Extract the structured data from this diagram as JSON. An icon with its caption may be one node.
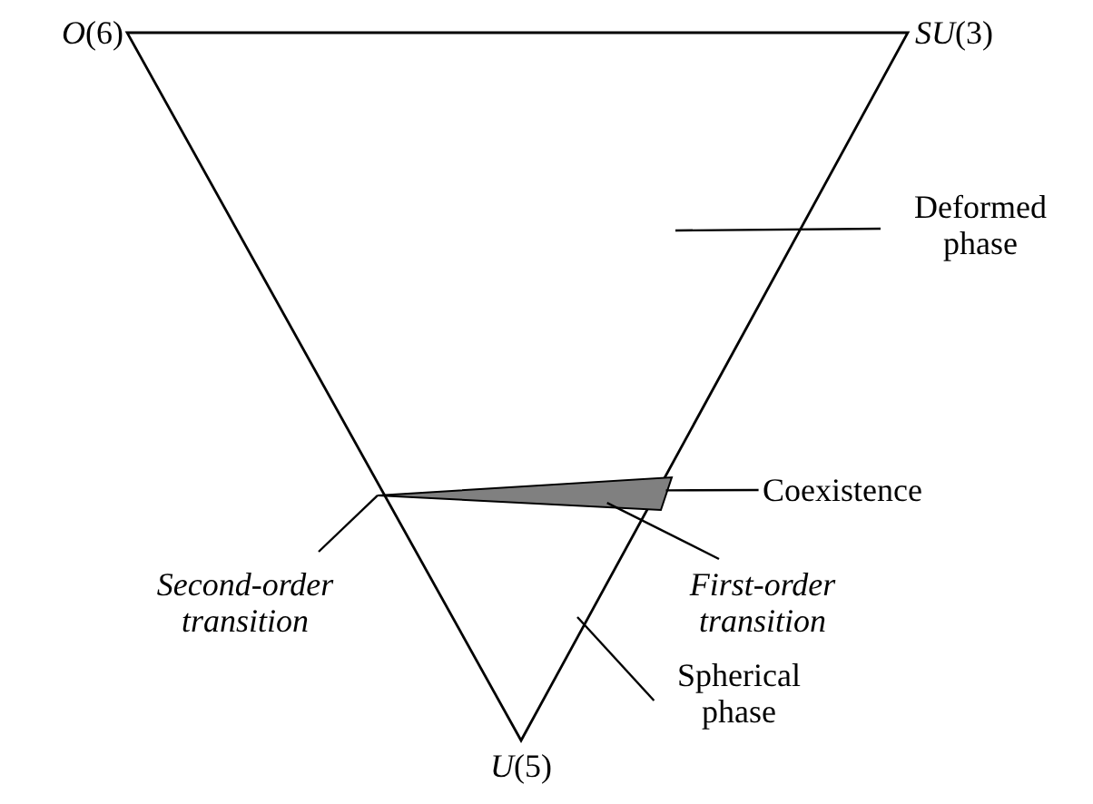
{
  "diagram": {
    "nodes": [
      {
        "text": [
          "Deformed phase"
        ]
      },
      {
        "text": [
          "Coexistence"
        ]
      },
      {
        "text": [],
        "shape": "triangle"
      },
      {
        "text": [
          "Second-order transition"
        ]
      },
      {
        "text": [
          "First-order transition"
        ]
      },
      {
        "text": [
          "Spherical phase"
        ]
      }
    ],
    "edges": [
      {
        "from": 0,
        "to": null,
        "arrow": "none"
      },
      {
        "from": 1,
        "to": 2,
        "arrow": "none"
      },
      {
        "from": 3,
        "to": 2,
        "arrow": "none"
      },
      {
        "from": 4,
        "to": 2,
        "arrow": "none"
      },
      {
        "from": 5,
        "to": null,
        "arrow": "none"
      }
    ],
    "labels": [
      "*O*(6)",
      "*SU*(3)",
      "*U*(5)"
    ]
  }
}
